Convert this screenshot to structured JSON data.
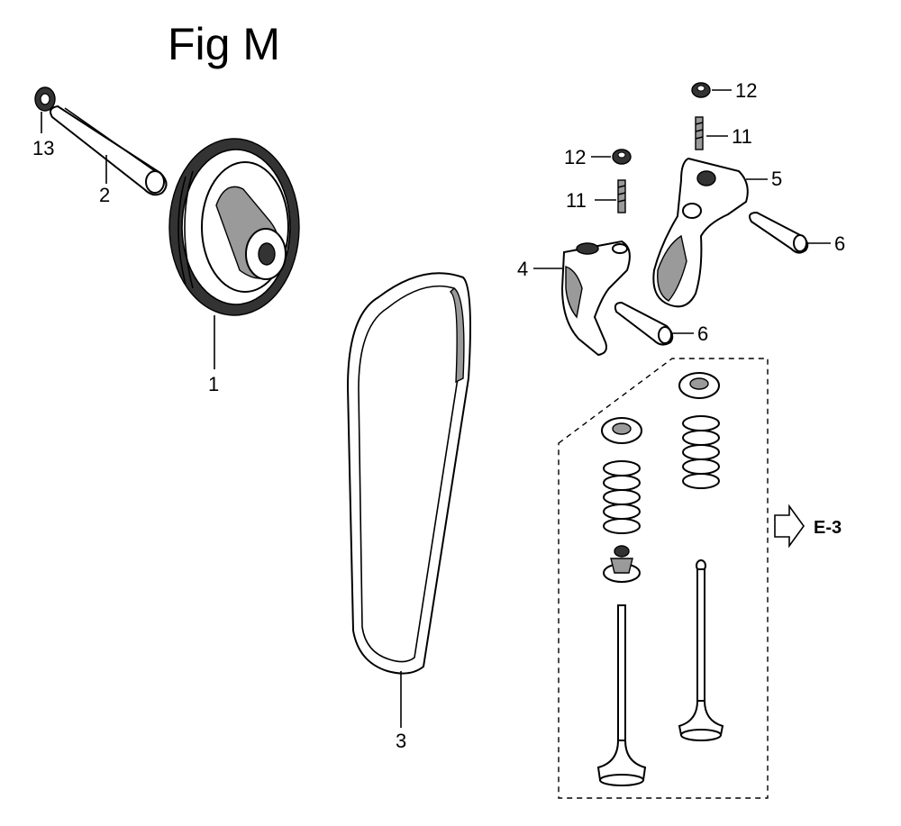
{
  "figure": {
    "title": "Fig M"
  },
  "callouts": [
    {
      "id": "c1",
      "label": "1"
    },
    {
      "id": "c2",
      "label": "2"
    },
    {
      "id": "c3",
      "label": "3"
    },
    {
      "id": "c4",
      "label": "4"
    },
    {
      "id": "c5",
      "label": "5"
    },
    {
      "id": "c6a",
      "label": "6"
    },
    {
      "id": "c6b",
      "label": "6"
    },
    {
      "id": "c11a",
      "label": "11"
    },
    {
      "id": "c11b",
      "label": "11"
    },
    {
      "id": "c12a",
      "label": "12"
    },
    {
      "id": "c12b",
      "label": "12"
    },
    {
      "id": "c13",
      "label": "13"
    }
  ],
  "reference": {
    "label": "E-3"
  }
}
